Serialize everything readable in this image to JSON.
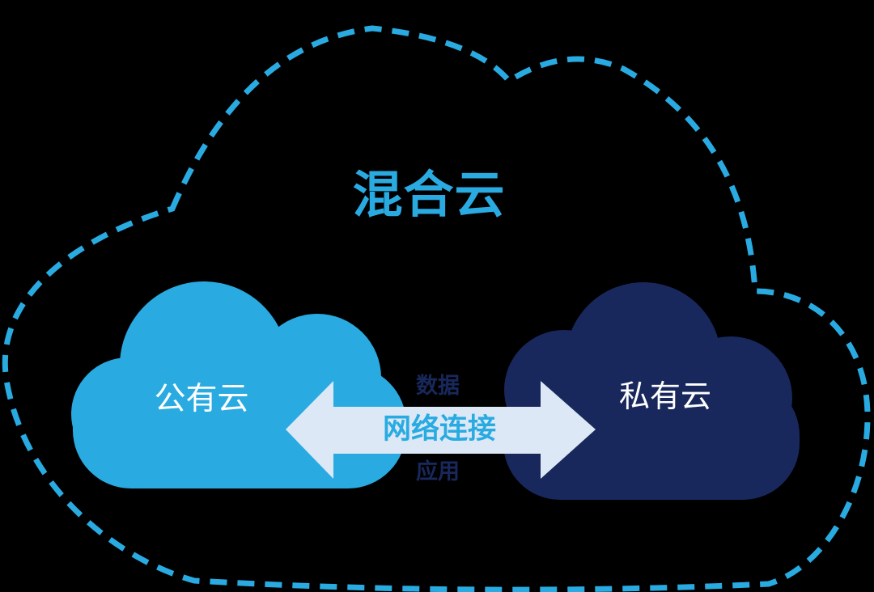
{
  "title": "混合云",
  "clouds": {
    "public": {
      "label": "公有云"
    },
    "private": {
      "label": "私有云"
    }
  },
  "connection": {
    "label": "网络连接",
    "above_label": "数据",
    "below_label": "应用"
  },
  "colors": {
    "accent_blue": "#29ABE2",
    "navy": "#18285C",
    "arrow_fill": "#DCE8F5",
    "label_white": "#FFFFFF",
    "background": "#000000"
  }
}
